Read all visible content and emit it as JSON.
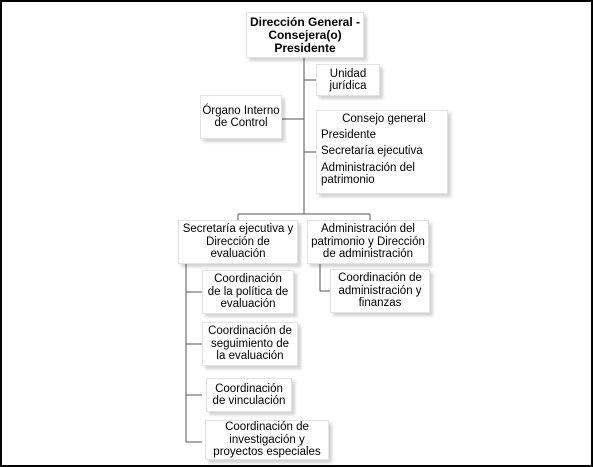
{
  "top": {
    "lines": [
      "Dirección General -",
      "Consejera(o)",
      "Presidente"
    ]
  },
  "unidad_juridica": {
    "lines": [
      "Unidad",
      "jurídica"
    ]
  },
  "organo_interno": {
    "lines": [
      "Órgano Interno",
      "de Control"
    ]
  },
  "consejo": {
    "title": "Consejo general",
    "items": [
      "Presidente",
      "Secretaría ejecutiva",
      "Administración del",
      "patrimonio"
    ]
  },
  "sec_ejecutiva": {
    "lines": [
      "Secretaría ejecutiva y",
      "Dirección de",
      "evaluación"
    ]
  },
  "admin_patrimonio": {
    "lines": [
      "Administración del",
      "patrimonio y Dirección",
      "de administración"
    ]
  },
  "coord_politica": {
    "lines": [
      "Coordinación",
      "de la política de",
      "evaluación"
    ]
  },
  "coord_seguimiento": {
    "lines": [
      "Coordinación de",
      "seguimiento de",
      "la evaluación"
    ]
  },
  "coord_vinculacion": {
    "lines": [
      "Coordinación",
      "de vinculación"
    ]
  },
  "coord_investigacion": {
    "lines": [
      "Coordinación de",
      "investigación y",
      "proyectos especiales"
    ]
  },
  "coord_admin": {
    "lines": [
      "Coordinación de",
      "administración y",
      "finanzas"
    ]
  }
}
